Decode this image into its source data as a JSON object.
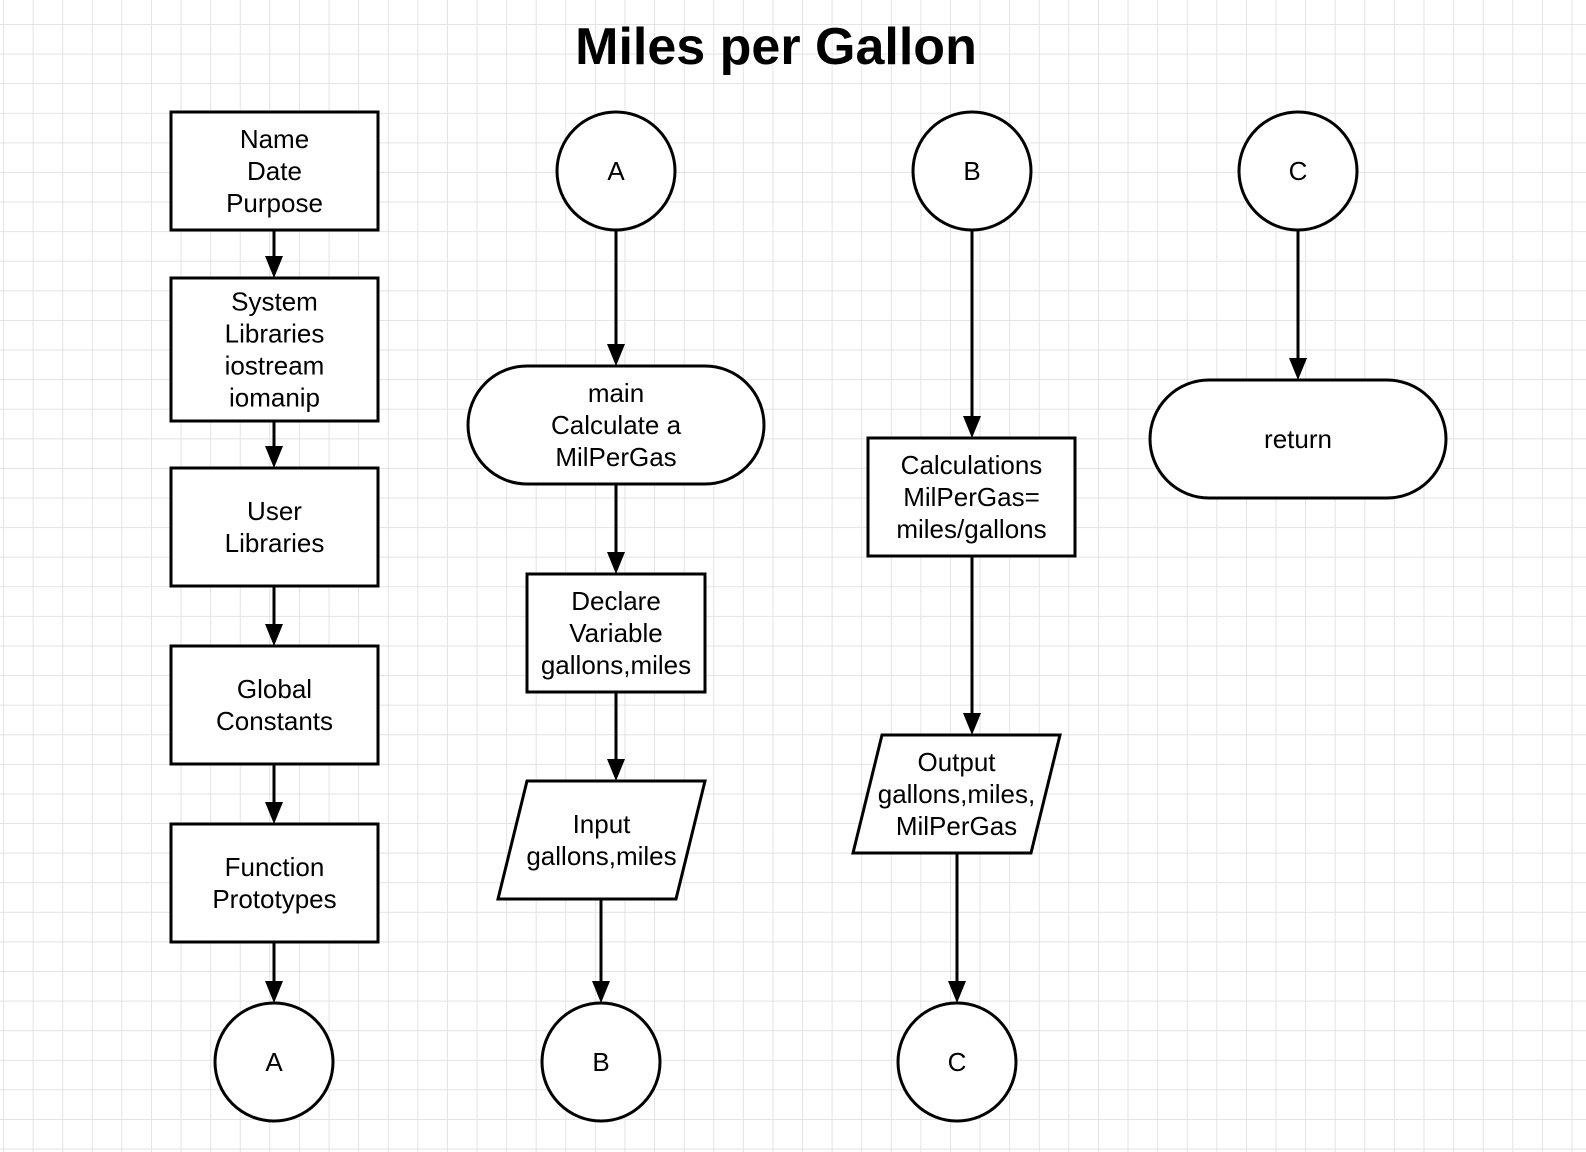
{
  "title": "Miles per Gallon",
  "colors": {
    "stroke": "#000000",
    "fill": "#ffffff",
    "grid": "#e3e3e3"
  },
  "nodes": {
    "header": {
      "lines": [
        "Name",
        "Date",
        "Purpose"
      ]
    },
    "system_libraries": {
      "lines": [
        "System",
        "Libraries",
        "iostream",
        "iomanip"
      ]
    },
    "user_libraries": {
      "lines": [
        "User",
        "Libraries"
      ]
    },
    "global_constants": {
      "lines": [
        "Global",
        "Constants"
      ]
    },
    "function_prototypes": {
      "lines": [
        "Function",
        "Prototypes"
      ]
    },
    "connector_a_out": {
      "label": "A"
    },
    "connector_a_in": {
      "label": "A"
    },
    "main": {
      "lines": [
        "main",
        "Calculate a",
        "MilPerGas"
      ]
    },
    "declare_variable": {
      "lines": [
        "Declare",
        "Variable",
        "gallons,miles"
      ]
    },
    "input": {
      "lines": [
        "Input",
        "gallons,miles"
      ]
    },
    "connector_b_out": {
      "label": "B"
    },
    "connector_b_in": {
      "label": "B"
    },
    "calculations": {
      "lines": [
        "Calculations",
        "MilPerGas=",
        "miles/gallons"
      ]
    },
    "output": {
      "lines": [
        "Output",
        "gallons,miles,",
        "MilPerGas"
      ]
    },
    "connector_c_out": {
      "label": "C"
    },
    "connector_c_in": {
      "label": "C"
    },
    "return": {
      "lines": [
        "return"
      ]
    }
  }
}
